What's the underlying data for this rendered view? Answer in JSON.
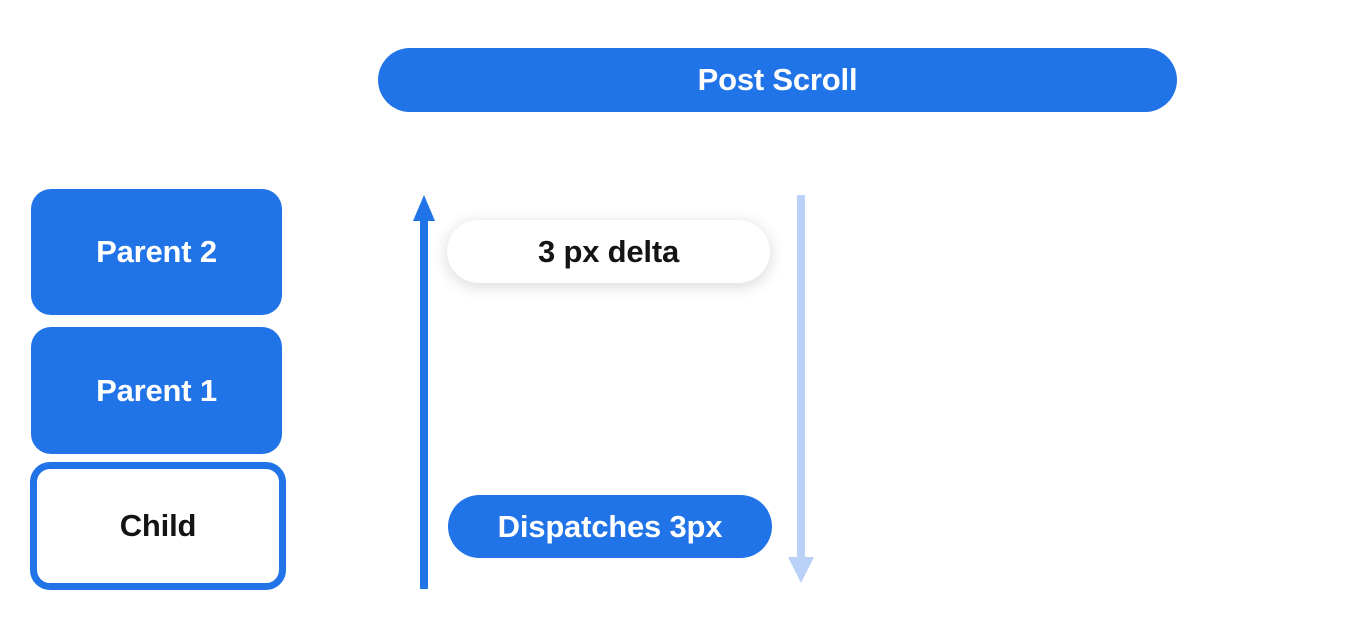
{
  "banner": {
    "label": "Post Scroll"
  },
  "view_stack": {
    "boxes": [
      {
        "label": "Parent 2",
        "variant": "filled"
      },
      {
        "label": "Parent 1",
        "variant": "filled"
      },
      {
        "label": "Child",
        "variant": "outlined"
      }
    ]
  },
  "scroll_flow": {
    "delta_pill": "3 px delta",
    "dispatch_pill": "Dispatches 3px",
    "up_arrow": "solid blue arrow pointing up",
    "down_arrow": "light blue arrow pointing down"
  },
  "colors": {
    "primary_blue": "#2173e8",
    "light_blue": "#b9d1f7",
    "pill_white": "#ffffff",
    "text_on_blue": "#ffffff",
    "text_dark": "#141414",
    "background": "#ffffff"
  }
}
